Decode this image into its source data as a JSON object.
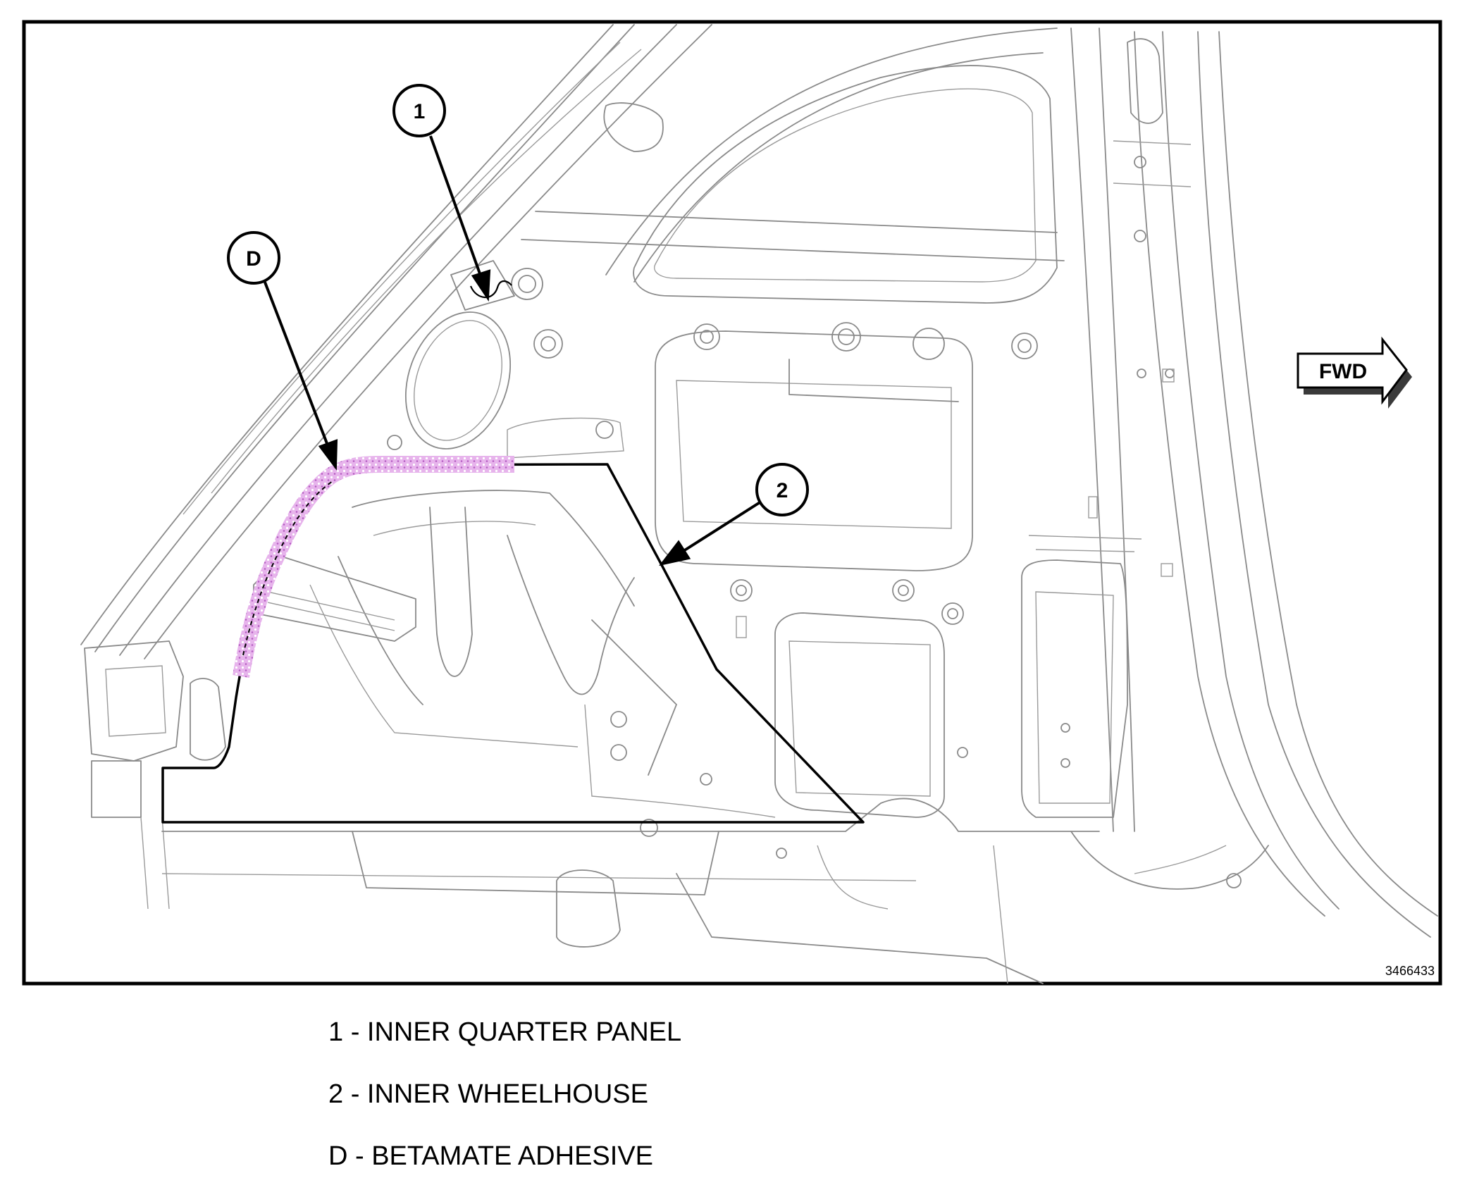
{
  "figure_number": "3466433",
  "direction_label": "FWD",
  "callouts": [
    {
      "id": "1"
    },
    {
      "id": "2"
    },
    {
      "id": "D"
    }
  ],
  "legend": [
    {
      "text": "1 - INNER QUARTER PANEL"
    },
    {
      "text": "2 - INNER WHEELHOUSE"
    },
    {
      "text": "D - BETAMATE ADHESIVE"
    }
  ],
  "colors": {
    "adhesive": "#d98be0",
    "outline": "#000000",
    "linework": "#8a8a8a"
  }
}
